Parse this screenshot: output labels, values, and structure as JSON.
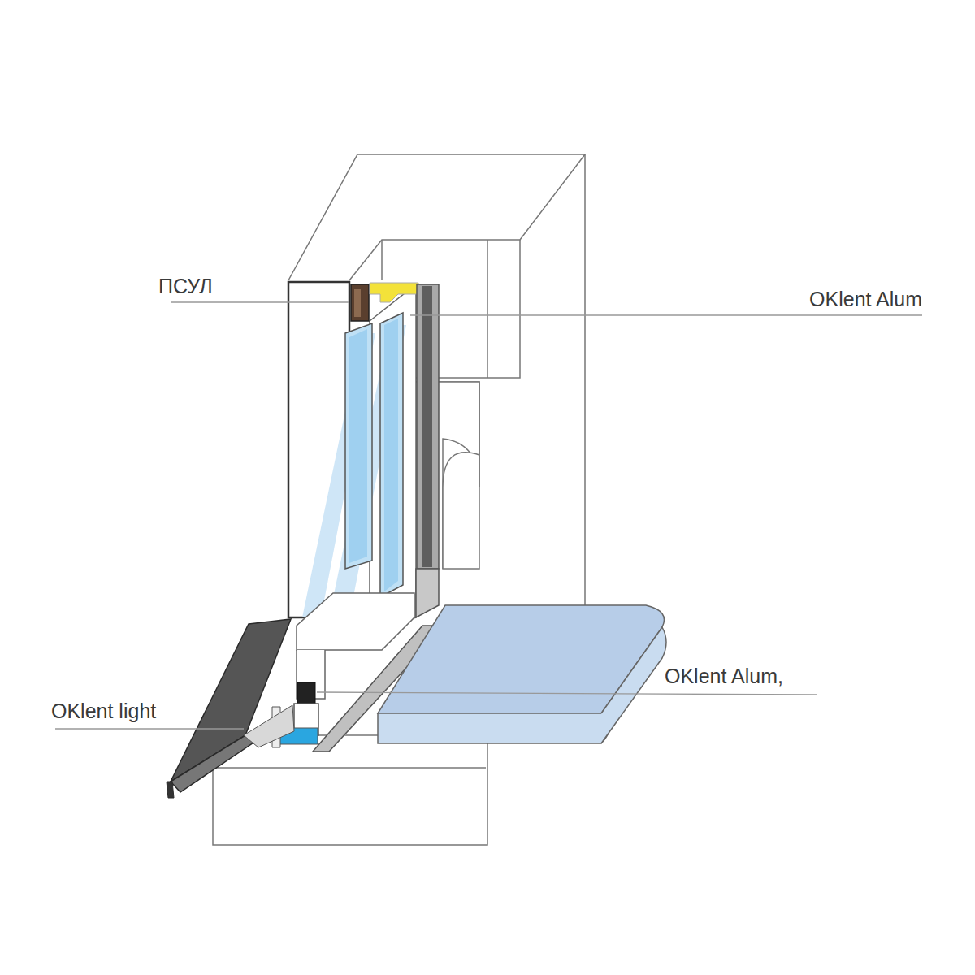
{
  "diagram": {
    "labels": [
      "ПСУЛ",
      "OKlent Alum",
      "OKlent Alum,",
      "OKlent light"
    ]
  }
}
